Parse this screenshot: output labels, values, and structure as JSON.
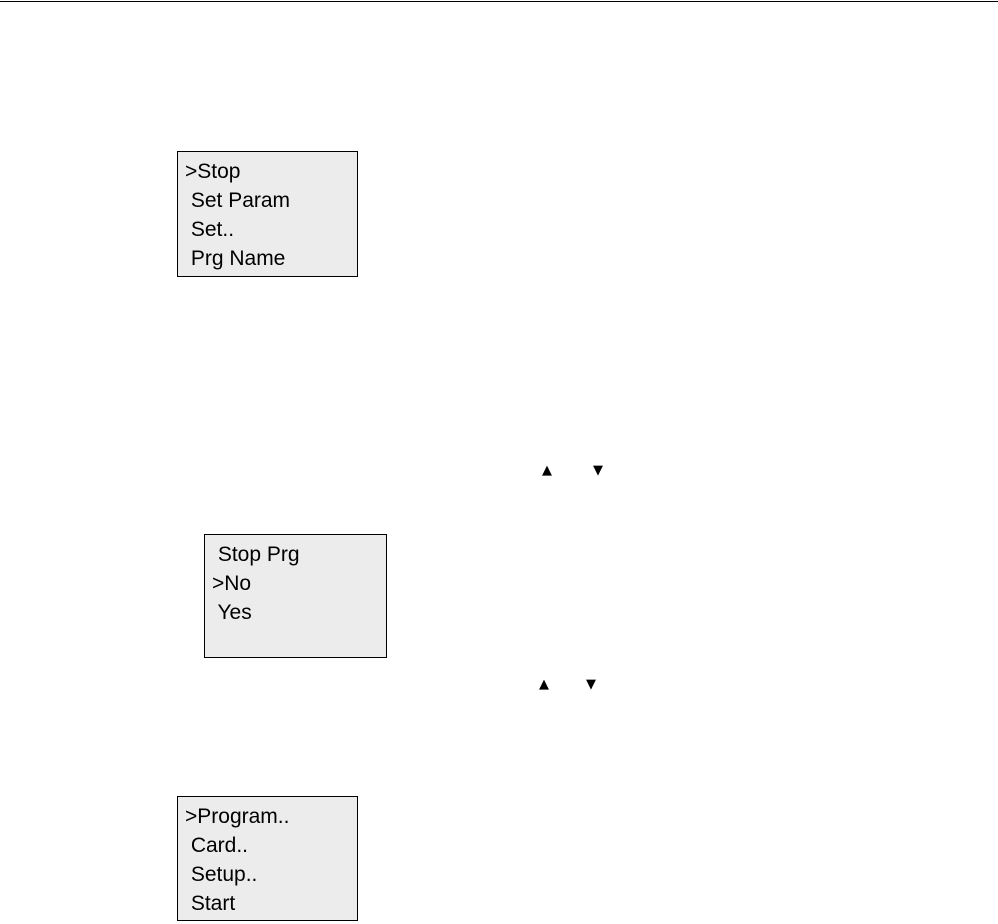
{
  "displays": [
    {
      "lines": [
        ">Stop",
        " Set Param",
        " Set..",
        " Prg Name"
      ]
    },
    {
      "lines": [
        " Stop Prg",
        ">No",
        " Yes",
        ""
      ]
    },
    {
      "lines": [
        ">Program..",
        " Card..",
        " Setup..",
        " Start"
      ]
    }
  ],
  "keys": {
    "up_icon": "▲",
    "down_icon": "▼"
  }
}
